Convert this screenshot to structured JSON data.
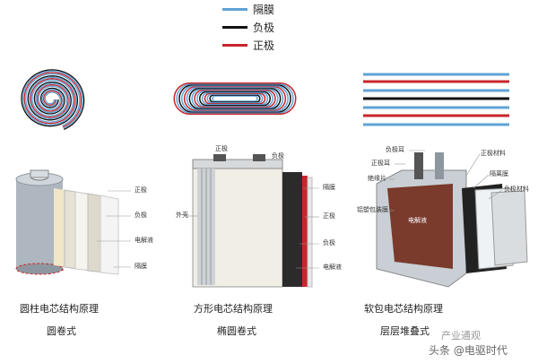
{
  "legend": {
    "items": [
      {
        "label": "隔膜",
        "color": "#5fa3d6"
      },
      {
        "label": "负极",
        "color": "#111111"
      },
      {
        "label": "正极",
        "color": "#c8252b"
      }
    ]
  },
  "cylindrical": {
    "title": "圆柱电芯结构原理",
    "subtitle": "圆卷式",
    "labels": {
      "cathode": "正极",
      "anode": "负极",
      "electrolyte": "电解液",
      "separator": "隔膜"
    }
  },
  "prismatic": {
    "title": "方形电芯结构原理",
    "subtitle": "椭圆卷式",
    "labels": {
      "pos_tab": "正极",
      "neg_tab": "负极",
      "shell": "外壳",
      "separator": "隔膜",
      "cathode": "正极",
      "anode": "负极",
      "electrolyte": "电解液"
    }
  },
  "pouch": {
    "title": "软包电芯结构原理",
    "subtitle": "层层堆叠式",
    "labels": {
      "neg_tab": "负极耳",
      "pos_tab": "正极耳",
      "insulator": "绝缘片",
      "cathode_mat": "正极材料",
      "separator": "隔离膜",
      "anode_mat": "负极材料",
      "foil": "铝塑包装膜",
      "electrolyte": "电解液"
    }
  },
  "watermark": {
    "left": "产业通观",
    "right": "头条 @电驱时代"
  },
  "colors": {
    "separator": "#5fa3d6",
    "anode": "#111111",
    "cathode": "#c8252b"
  }
}
